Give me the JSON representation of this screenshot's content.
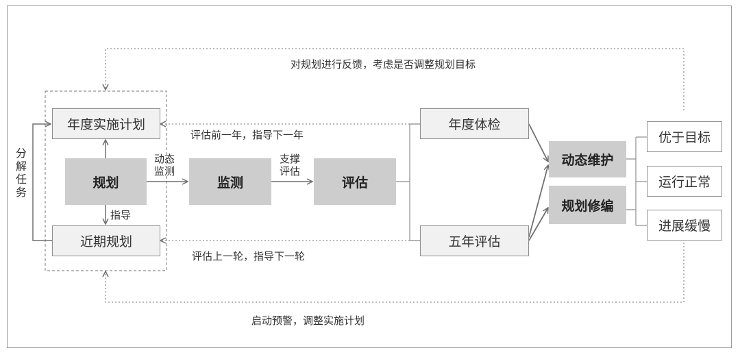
{
  "nodes": {
    "annual_plan": "年度实施计划",
    "near_term_plan": "近期规划",
    "plan": "规划",
    "monitor": "监测",
    "evaluate": "评估",
    "annual_checkup": "年度体检",
    "five_year_eval": "五年评估",
    "dynamic_maintain": "动态维护",
    "plan_revise": "规划修编",
    "better_than_target": "优于目标",
    "normal_operation": "运行正常",
    "slow_progress": "进展缓慢"
  },
  "labels": {
    "feedback_top": "对规划进行反馈，考虑是否调整规划目标",
    "eval_prev_year": "评估前一年，指导下一年",
    "eval_prev_round": "评估上一轮，指导下一轮",
    "early_warning": "启动预警，调整实施计划",
    "dynamic_monitor_1": "动态",
    "dynamic_monitor_2": "监测",
    "support_eval_1": "支撑",
    "support_eval_2": "评估",
    "guide": "指导",
    "decompose_tasks": "分解任务"
  }
}
